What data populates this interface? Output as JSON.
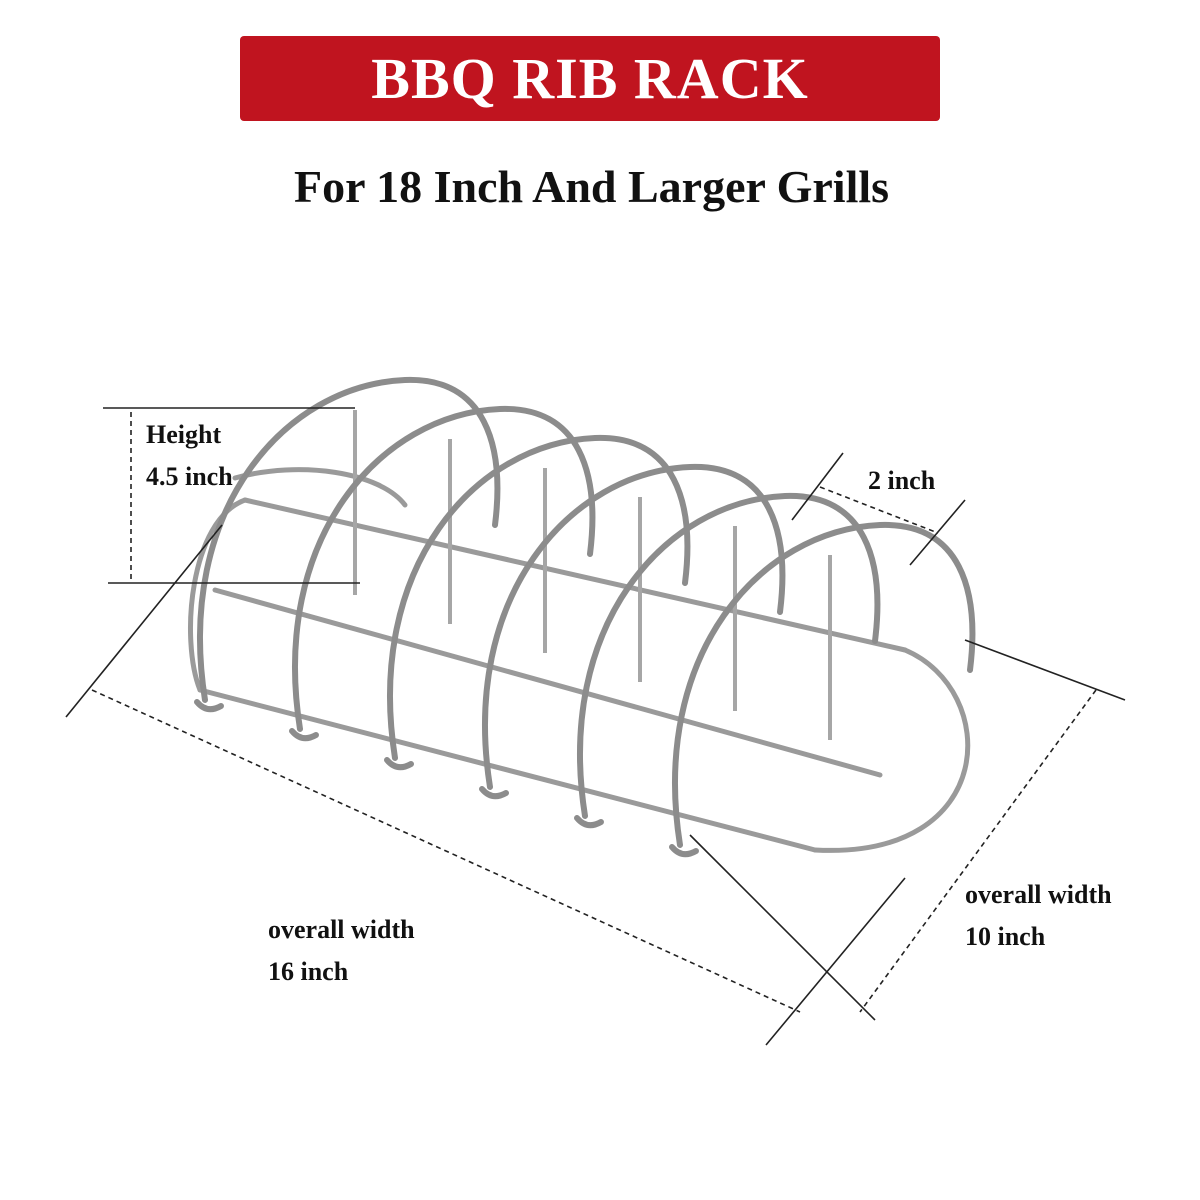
{
  "header": {
    "title": "BBQ RIB RACK",
    "subtitle": "For 18 Inch And Larger Grills"
  },
  "dimensions": {
    "height": {
      "line1": "Height",
      "line2": "4.5 inch"
    },
    "spacing": {
      "line1": "2 inch"
    },
    "length": {
      "line1": "overall width",
      "line2": "16 inch"
    },
    "width": {
      "line1": "overall width",
      "line2": "10 inch"
    }
  },
  "colors": {
    "banner": "#c0141f",
    "banner_text": "#ffffff",
    "text": "#111111",
    "wire": "#8c8c8c"
  },
  "product": {
    "rib_slots": 6
  }
}
